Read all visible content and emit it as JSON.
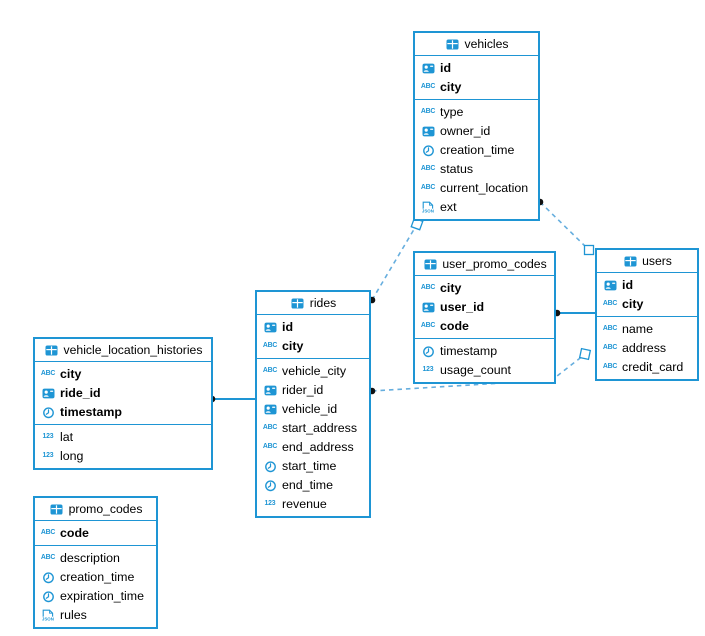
{
  "diagram": {
    "background_color": "#ffffff",
    "accent_color": "#1e95d4",
    "relation_dash_color": "#66aede",
    "relation_endpoint_dot_color": "#111111",
    "tables": [
      {
        "name": "vehicles",
        "primary_key_columns": [
          {
            "name": "id",
            "type": "uuid"
          },
          {
            "name": "city",
            "type": "string"
          }
        ],
        "columns": [
          {
            "name": "type",
            "type": "string"
          },
          {
            "name": "owner_id",
            "type": "uuid"
          },
          {
            "name": "creation_time",
            "type": "timestamp"
          },
          {
            "name": "status",
            "type": "string"
          },
          {
            "name": "current_location",
            "type": "string"
          },
          {
            "name": "ext",
            "type": "json"
          }
        ]
      },
      {
        "name": "user_promo_codes",
        "primary_key_columns": [
          {
            "name": "city",
            "type": "string"
          },
          {
            "name": "user_id",
            "type": "uuid"
          },
          {
            "name": "code",
            "type": "string"
          }
        ],
        "columns": [
          {
            "name": "timestamp",
            "type": "timestamp"
          },
          {
            "name": "usage_count",
            "type": "number"
          }
        ]
      },
      {
        "name": "users",
        "primary_key_columns": [
          {
            "name": "id",
            "type": "uuid"
          },
          {
            "name": "city",
            "type": "string"
          }
        ],
        "columns": [
          {
            "name": "name",
            "type": "string"
          },
          {
            "name": "address",
            "type": "string"
          },
          {
            "name": "credit_card",
            "type": "string"
          }
        ]
      },
      {
        "name": "rides",
        "primary_key_columns": [
          {
            "name": "id",
            "type": "uuid"
          },
          {
            "name": "city",
            "type": "string"
          }
        ],
        "columns": [
          {
            "name": "vehicle_city",
            "type": "string"
          },
          {
            "name": "rider_id",
            "type": "uuid"
          },
          {
            "name": "vehicle_id",
            "type": "uuid"
          },
          {
            "name": "start_address",
            "type": "string"
          },
          {
            "name": "end_address",
            "type": "string"
          },
          {
            "name": "start_time",
            "type": "timestamp"
          },
          {
            "name": "end_time",
            "type": "timestamp"
          },
          {
            "name": "revenue",
            "type": "number"
          }
        ]
      },
      {
        "name": "vehicle_location_histories",
        "primary_key_columns": [
          {
            "name": "city",
            "type": "string"
          },
          {
            "name": "ride_id",
            "type": "uuid"
          },
          {
            "name": "timestamp",
            "type": "timestamp"
          }
        ],
        "columns": [
          {
            "name": "lat",
            "type": "number"
          },
          {
            "name": "long",
            "type": "number"
          }
        ]
      },
      {
        "name": "promo_codes",
        "primary_key_columns": [
          {
            "name": "code",
            "type": "string"
          }
        ],
        "columns": [
          {
            "name": "description",
            "type": "string"
          },
          {
            "name": "creation_time",
            "type": "timestamp"
          },
          {
            "name": "expiration_time",
            "type": "timestamp"
          },
          {
            "name": "rules",
            "type": "json"
          }
        ]
      }
    ],
    "relations": [
      {
        "from_table": "rides",
        "to_table": "vehicles",
        "line_style": "dashed",
        "source_marker": "black-dot",
        "target_marker": "open-diamond"
      },
      {
        "from_table": "vehicles",
        "to_table": "users",
        "line_style": "dashed",
        "source_marker": "black-dot",
        "target_marker": "open-diamond"
      },
      {
        "from_table": "rides",
        "to_table": "users",
        "line_style": "dashed",
        "source_marker": "black-dot",
        "target_marker": "open-diamond"
      },
      {
        "from_table": "user_promo_codes",
        "to_table": "users",
        "line_style": "solid",
        "source_marker": "black-dot",
        "target_marker": "none"
      },
      {
        "from_table": "vehicle_location_histories",
        "to_table": "rides",
        "line_style": "solid",
        "source_marker": "black-dot",
        "target_marker": "none"
      }
    ],
    "column_type_icons": {
      "uuid": "id-card-icon",
      "string": "abc-icon",
      "number": "numeric-123-icon",
      "timestamp": "clock-icon",
      "json": "json-document-icon",
      "table_header": "table-grid-icon"
    }
  }
}
